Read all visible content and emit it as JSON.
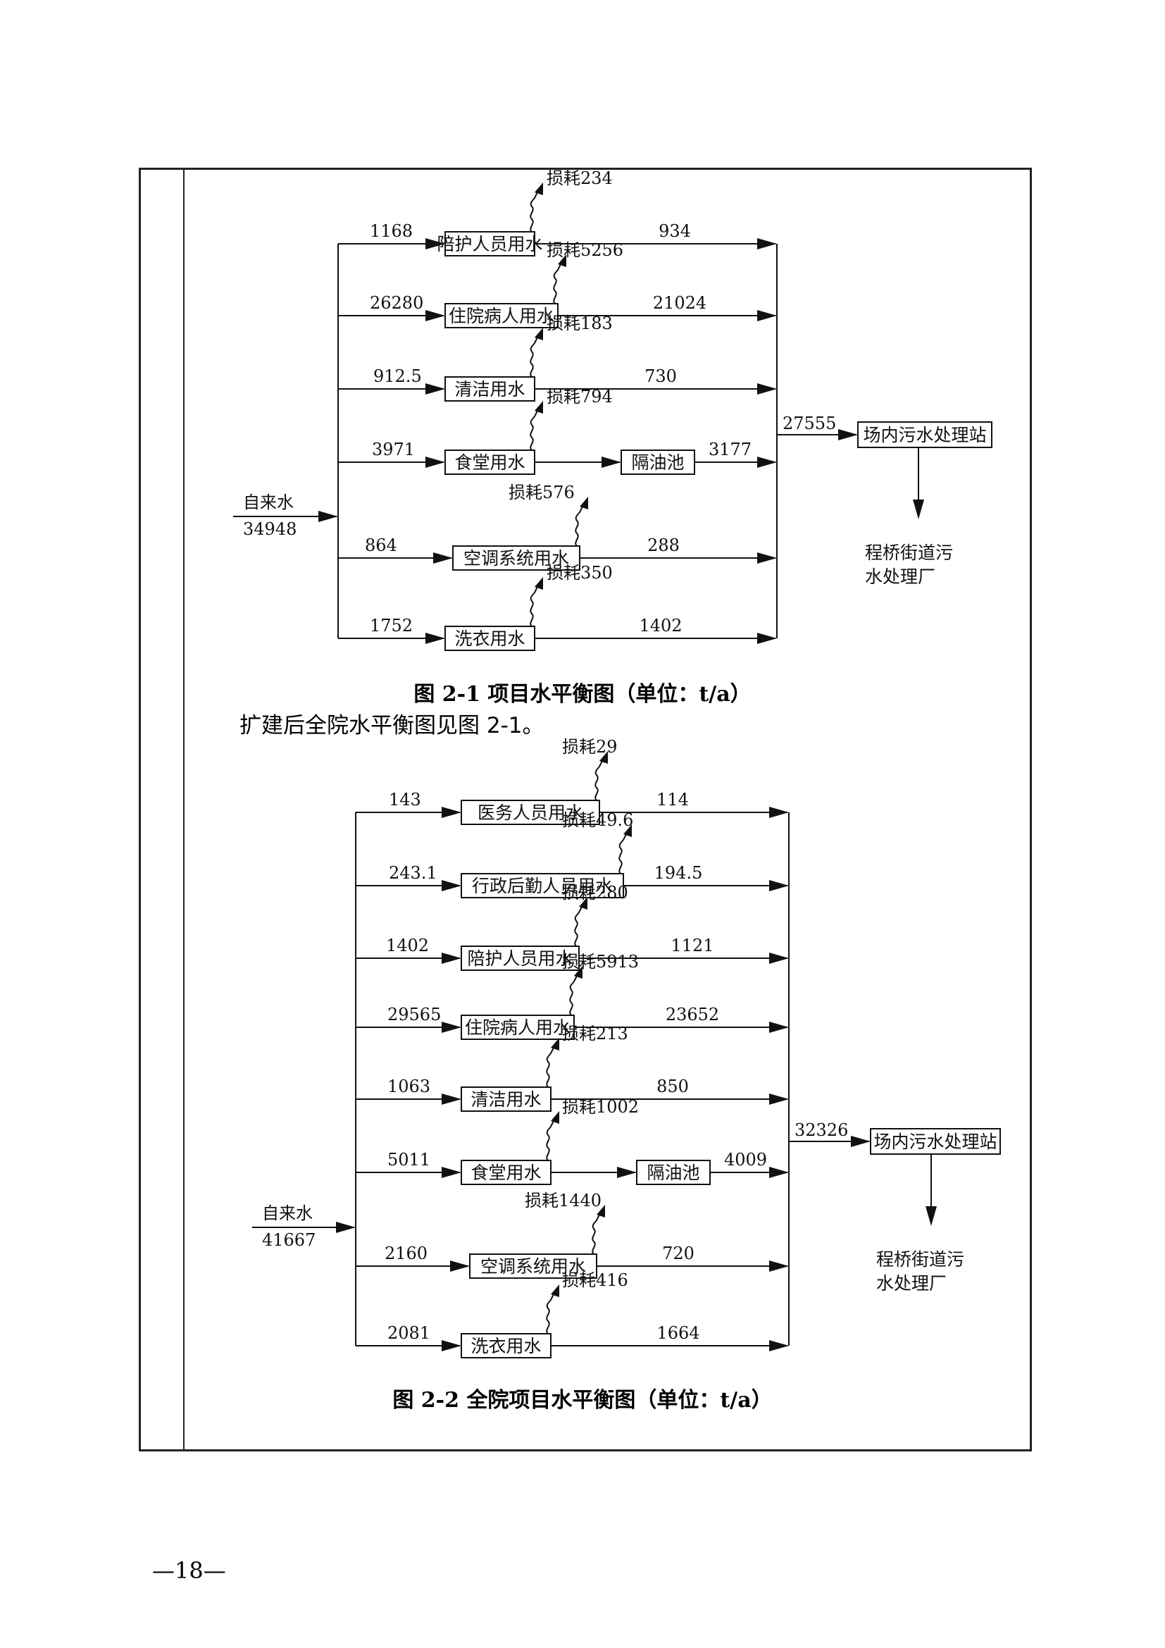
{
  "diagram1": {
    "source": {
      "label": "自来水",
      "value": "34948"
    },
    "rows": [
      {
        "in": "1168",
        "node": "陪护人员用水",
        "loss": "损耗234",
        "out": "934"
      },
      {
        "in": "26280",
        "node": "住院病人用水",
        "loss": "损耗5256",
        "out": "21024"
      },
      {
        "in": "912.5",
        "node": "清洁用水",
        "loss": "损耗183",
        "out": "730"
      },
      {
        "in": "3971",
        "node": "食堂用水",
        "loss": "损耗794",
        "mid": "隔油池",
        "out": "3177"
      },
      {
        "in": "864",
        "node": "空调系统用水",
        "loss": "损耗576",
        "out": "288"
      },
      {
        "in": "1752",
        "node": "洗衣用水",
        "loss": "损耗350",
        "out": "1402"
      }
    ],
    "total": "27555",
    "plant": "场内污水处理站",
    "final_line1": "程桥街道污",
    "final_line2": "水处理厂",
    "caption": "图 2-1 项目水平衡图（单位：t/a）"
  },
  "intro_text": "扩建后全院水平衡图见图 2-1。",
  "diagram2": {
    "source": {
      "label": "自来水",
      "value": "41667"
    },
    "rows": [
      {
        "in": "143",
        "node": "医务人员用水",
        "loss": "损耗29",
        "out": "114"
      },
      {
        "in": "243.1",
        "node": "行政后勤人员用水",
        "loss": "损耗49.6",
        "out": "194.5"
      },
      {
        "in": "1402",
        "node": "陪护人员用水",
        "loss": "损耗280",
        "out": "1121"
      },
      {
        "in": "29565",
        "node": "住院病人用水",
        "loss": "损耗5913",
        "out": "23652"
      },
      {
        "in": "1063",
        "node": "清洁用水",
        "loss": "损耗213",
        "out": "850"
      },
      {
        "in": "5011",
        "node": "食堂用水",
        "loss": "损耗1002",
        "mid": "隔油池",
        "out": "4009"
      },
      {
        "in": "2160",
        "node": "空调系统用水",
        "loss": "损耗1440",
        "out": "720"
      },
      {
        "in": "2081",
        "node": "洗衣用水",
        "loss": "损耗416",
        "out": "1664"
      }
    ],
    "total": "32326",
    "plant": "场内污水处理站",
    "final_line1": "程桥街道污",
    "final_line2": "水处理厂",
    "caption": "图 2-2 全院项目水平衡图（单位：t/a）"
  },
  "page_number": "—18—"
}
